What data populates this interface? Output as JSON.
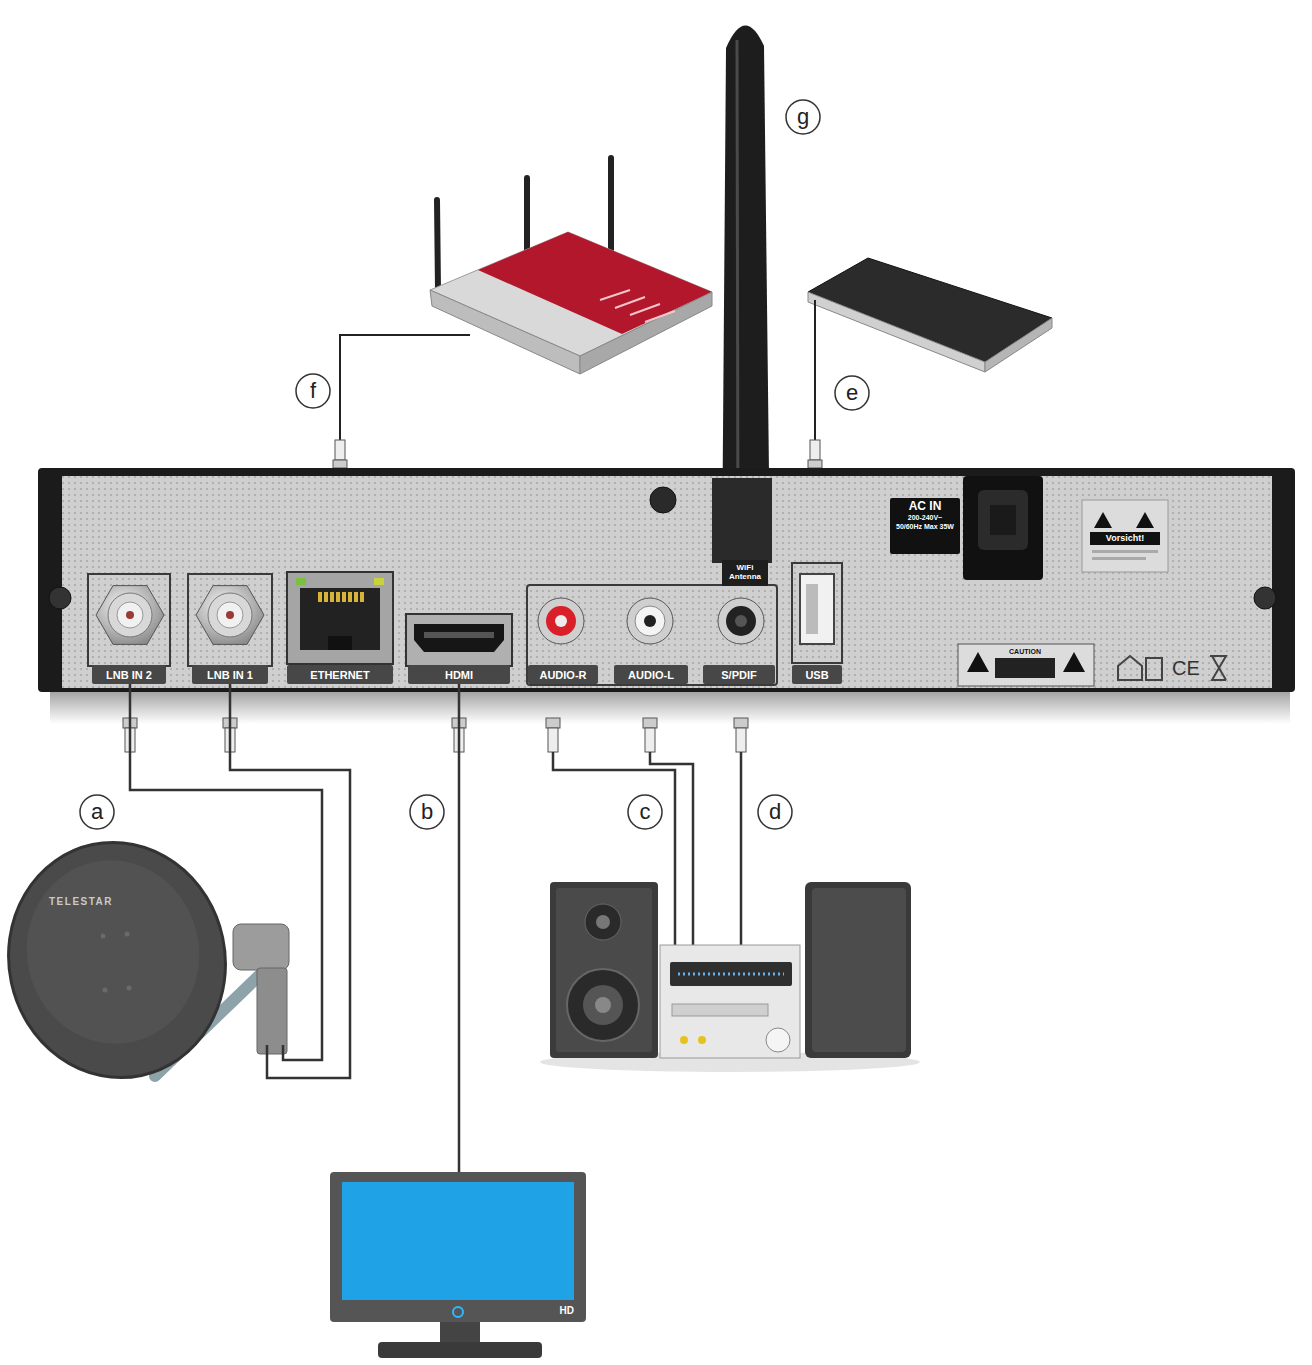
{
  "diagram": {
    "nodes": [
      {
        "text": [
          "WiFi Antenna"
        ]
      },
      {
        "text": [
          "AC IN",
          "200-240V~ 50/60Hz Max 35W"
        ]
      },
      {
        "text": [
          "LNB IN 2"
        ]
      },
      {
        "text": [
          "LNB IN 1"
        ]
      },
      {
        "text": [
          "ETHERNET"
        ]
      },
      {
        "text": [
          "HDMI"
        ]
      },
      {
        "text": [
          "AUDIO-R"
        ]
      },
      {
        "text": [
          "AUDIO-L"
        ]
      },
      {
        "text": [
          "S/PDIF"
        ]
      },
      {
        "text": [
          "USB"
        ]
      },
      {
        "text": [
          "TELESTAR"
        ]
      },
      {
        "text": [
          "HD"
        ]
      }
    ],
    "edges": [
      {
        "from": 2,
        "to": 10,
        "arrow": "none"
      },
      {
        "from": 3,
        "to": 10,
        "arrow": "none"
      },
      {
        "from": 5,
        "to": 11,
        "arrow": "none"
      }
    ],
    "labels": [
      "g",
      "f",
      "e",
      "a",
      "b",
      "c",
      "d",
      "Vorsicht!",
      "CAUTION",
      "CE"
    ]
  }
}
